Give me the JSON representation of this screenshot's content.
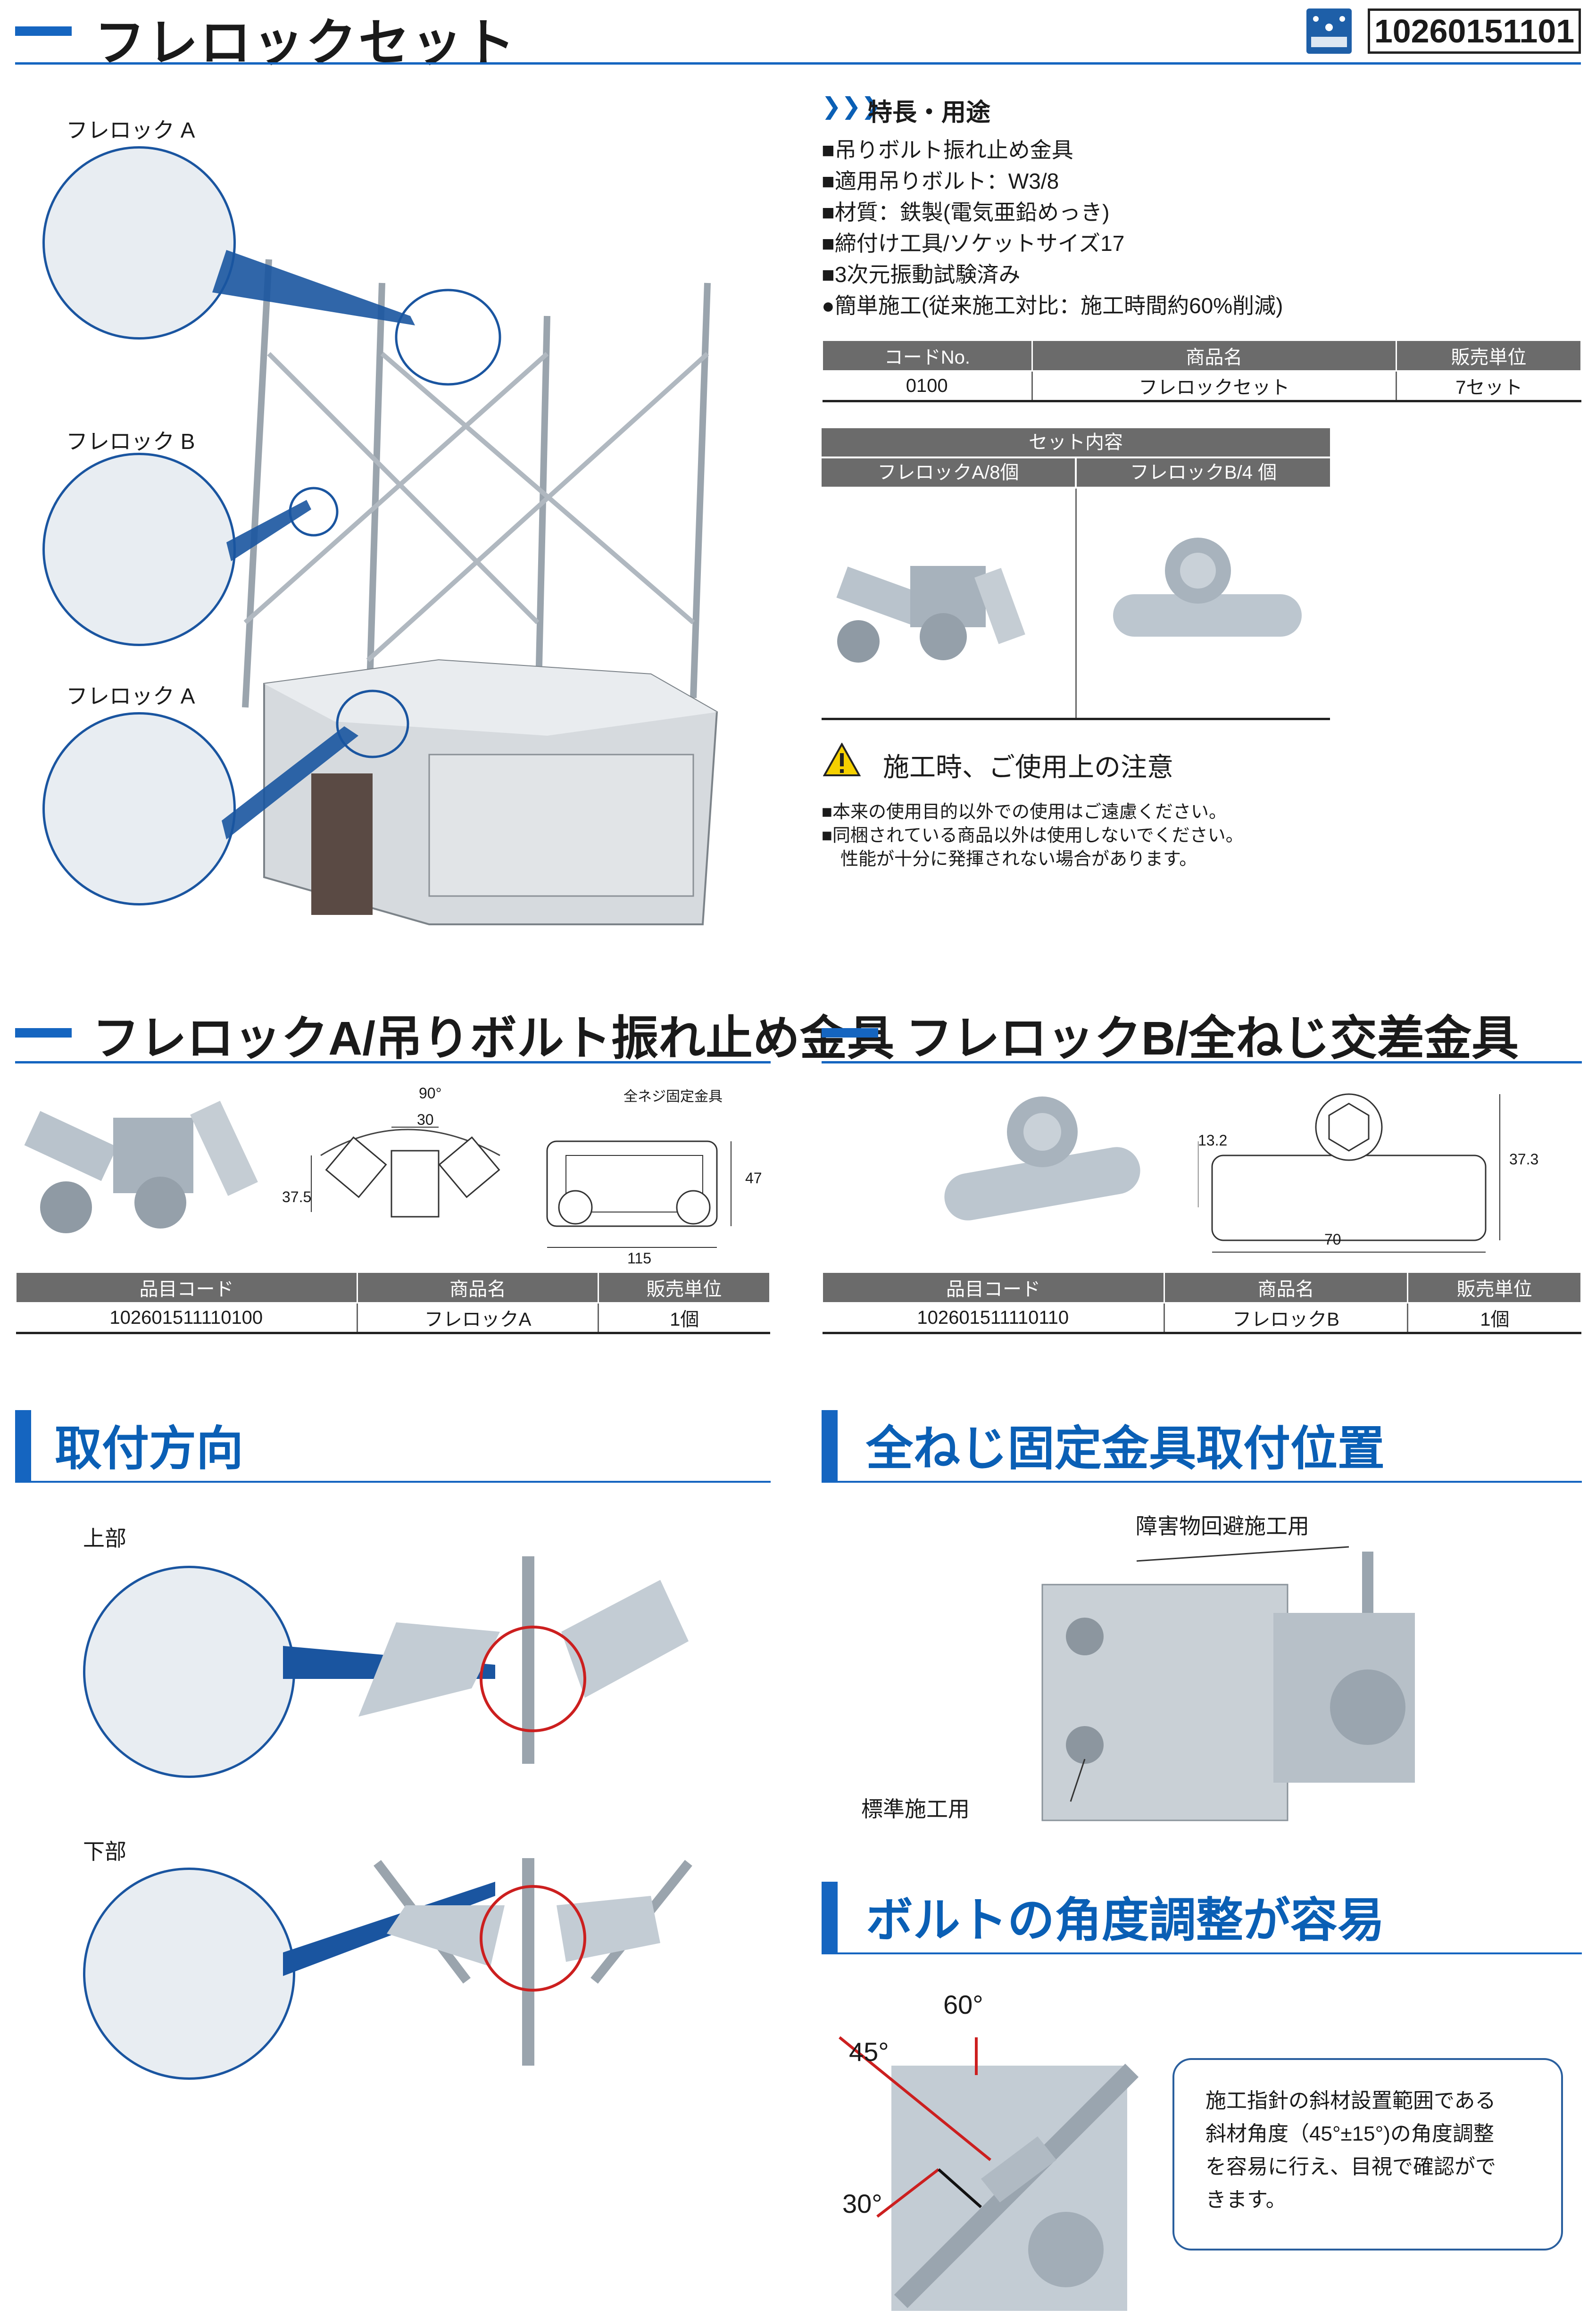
{
  "header": {
    "title": "フレロックセット",
    "code": "10260151101"
  },
  "features": {
    "heading": "特長・用途",
    "items": [
      "■吊りボルト振れ止め金具",
      "■適用吊りボルト：W3/8",
      "■材質：鉄製(電気亜鉛めっき)",
      "■締付け工具/ソケットサイズ17",
      "■3次元振動試験済み",
      "●簡単施工(従来施工対比：施工時間約60%削減)"
    ]
  },
  "main_table": {
    "headers": [
      "コードNo.",
      "商品名",
      "販売単位"
    ],
    "row": [
      "0100",
      "フレロックセット",
      "7セット"
    ]
  },
  "set_table": {
    "header": "セット内容",
    "cols": [
      "フレロックA/8個",
      "フレロックB/4 個"
    ]
  },
  "labels": {
    "a1": "フレロック A",
    "b": "フレロック B",
    "a2": "フレロック A"
  },
  "caution": {
    "title": "施工時、ご使用上の注意",
    "lines": [
      "■本来の使用目的以外での使用はご遠慮ください。",
      "■同梱されている商品以外は使用しないでください。",
      "性能が十分に発揮されない場合があります。"
    ]
  },
  "section_a": {
    "title": "フレロックA/吊りボルト振れ止め金具",
    "dims": {
      "angle": "90°",
      "w30": "30",
      "h375": "37.5",
      "w115": "115",
      "h47": "47",
      "fixture": "全ネジ固定金具"
    },
    "table": {
      "headers": [
        "品目コード",
        "商品名",
        "販売単位"
      ],
      "row": [
        "102601511110100",
        "フレロックA",
        "1個"
      ]
    }
  },
  "section_b": {
    "title": "フレロックB/全ねじ交差金具",
    "dims": {
      "h132": "13.2",
      "h373": "37.3",
      "w70": "70"
    },
    "table": {
      "headers": [
        "品目コード",
        "商品名",
        "販売単位"
      ],
      "row": [
        "102601511110110",
        "フレロックB",
        "1個"
      ]
    }
  },
  "mount": {
    "title": "取付方向",
    "top": "上部",
    "bottom": "下部"
  },
  "position": {
    "title": "全ねじ固定金具取付位置",
    "avoid": "障害物回避施工用",
    "standard": "標準施工用"
  },
  "angle": {
    "title": "ボルトの角度調整が容易",
    "a60": "60°",
    "a45": "45°",
    "a30": "30°",
    "note": [
      "施工指針の斜材設置範囲である",
      "斜材角度（45°±15°)の角度調整",
      "を容易に行え、目視で確認がで",
      "きます。"
    ]
  },
  "colors": {
    "accent": "#1565c0",
    "table_header": "#6b6b6b",
    "highlight": "#cc1f1f"
  }
}
